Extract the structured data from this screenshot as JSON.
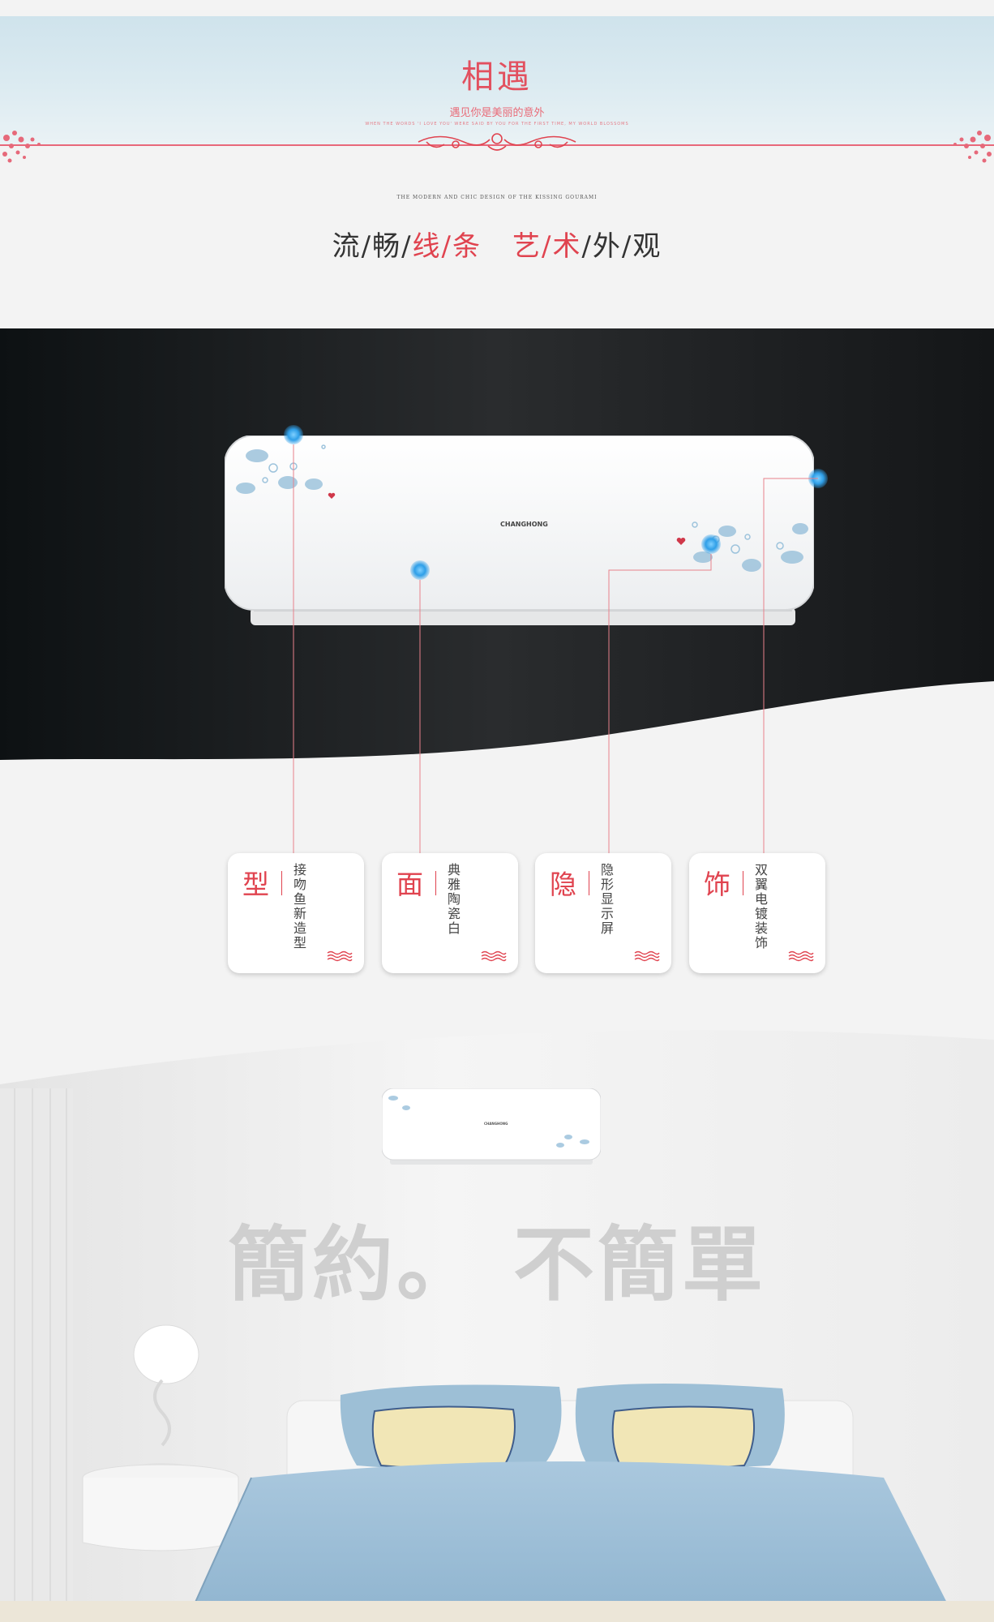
{
  "header": {
    "title": "相遇",
    "subtitle": "遇见你是美丽的意外",
    "tiny_line": "WHEN THE WORDS 'I LOVE YOU' WERE SAID BY YOU FOR THE FIRST TIME, MY WORLD BLOSSOMS",
    "micro_caption": "THE MODERN AND    CHIC DESIGN OF THE KISSING GOURAMI",
    "slogan": {
      "part1": "流/畅/",
      "part2": "线/条",
      "part3": "艺/术",
      "part4": "/外/观"
    }
  },
  "product": {
    "brand": "CHANGHONG"
  },
  "features": [
    {
      "key": "型",
      "desc": "接吻鱼新造型"
    },
    {
      "key": "面",
      "desc": "典雅陶瓷白"
    },
    {
      "key": "隐",
      "desc": "隐形显示屏"
    },
    {
      "key": "饰",
      "desc": "双翼电镀装饰"
    }
  ],
  "scene": {
    "motto_left": "簡約。",
    "motto_right": "不簡單",
    "small_brand": "CHANGHONG"
  },
  "colors": {
    "accent_red": "#e0434f",
    "sky_blue": "#cfe3ec",
    "dark_bg": "#1b1d1f",
    "bed_blue": "#9dbfd6",
    "pillow_cream": "#f1e6b6"
  }
}
